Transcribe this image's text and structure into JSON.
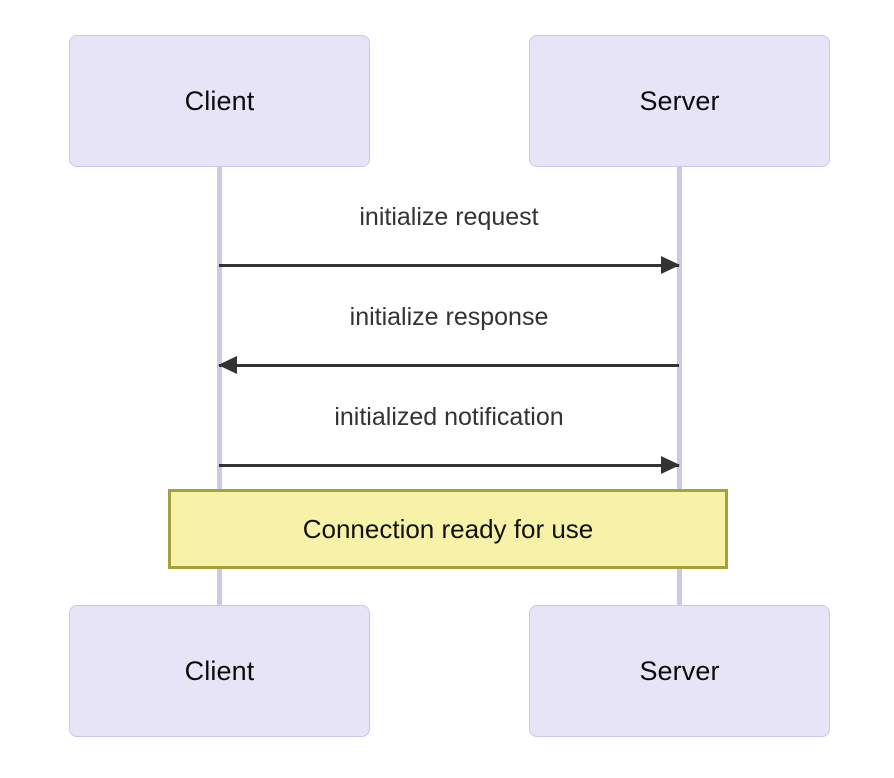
{
  "diagram": {
    "type": "sequence-diagram",
    "title": "",
    "background_color": "#ffffff",
    "participants": [
      {
        "id": "client",
        "label": "Client"
      },
      {
        "id": "server",
        "label": "Server"
      }
    ],
    "participant_style": {
      "fill": "#e8e4f8",
      "border": "#cec5ef",
      "text": "#0b0b0b"
    },
    "lifeline_color": "#cdc7ea",
    "messages": [
      {
        "index": 1,
        "label": "initialize request",
        "from": "client",
        "to": "server",
        "direction": "right",
        "line_style": "solid",
        "arrow_style": "filled"
      },
      {
        "index": 2,
        "label": "initialize response",
        "from": "server",
        "to": "client",
        "direction": "left",
        "line_style": "solid",
        "arrow_style": "filled"
      },
      {
        "index": 3,
        "label": "initialized notification",
        "from": "client",
        "to": "server",
        "direction": "right",
        "line_style": "solid",
        "arrow_style": "filled"
      }
    ],
    "notes": [
      {
        "id": "connection-ready",
        "label": "Connection ready for use",
        "span": "over client and server",
        "fill": "#f7f2a8",
        "border": "#a5a13c",
        "text": "#111111"
      }
    ],
    "message_text_color": "#333333",
    "message_line_color": "#333333"
  }
}
